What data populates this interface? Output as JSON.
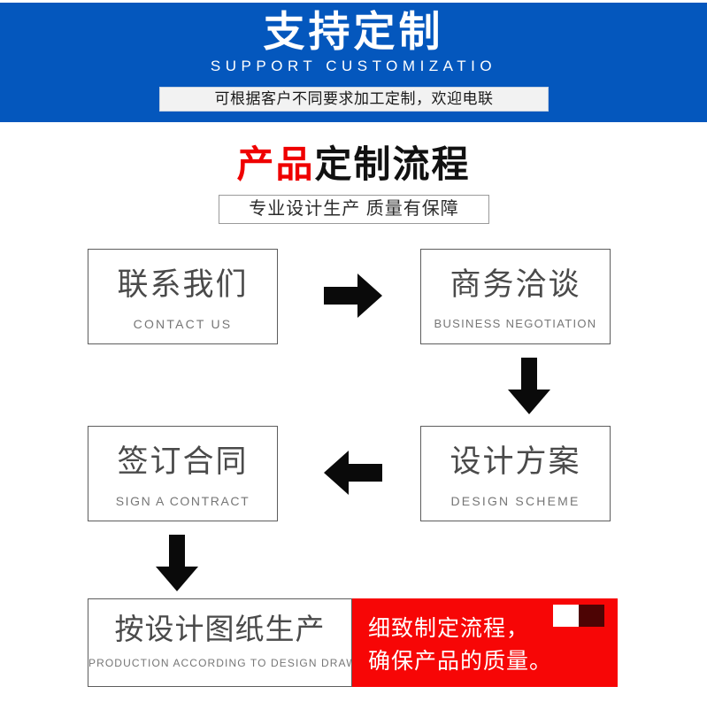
{
  "banner": {
    "title": "支持定制",
    "subtitle": "SUPPORT CUSTOMIZATIO",
    "tagline": "可根据客户不同要求加工定制，欢迎电联",
    "background_color": "#0457bd",
    "text_color": "#ffffff",
    "tagline_background": "#f2f2f2"
  },
  "section": {
    "title_accent": "产品",
    "title_plain": "定制流程",
    "accent_color": "#ef0000",
    "subtitle": "专业设计生产 质量有保障"
  },
  "flow": {
    "steps": [
      {
        "id": "contact",
        "cn": "联系我们",
        "en": "CONTACT US"
      },
      {
        "id": "negotiation",
        "cn": "商务洽谈",
        "en": "BUSINESS  NEGOTIATION"
      },
      {
        "id": "design",
        "cn": "设计方案",
        "en": "DESIGN  SCHEME"
      },
      {
        "id": "sign",
        "cn": "签订合同",
        "en": "SIGN A CONTRACT"
      },
      {
        "id": "production",
        "cn": "按设计图纸生产",
        "en": "PRODUCTION  ACCORDING  TO  DESIGN  DRAWINGS"
      }
    ],
    "arrows": [
      {
        "id": "arrow-right-1",
        "direction": "right"
      },
      {
        "id": "arrow-down-1",
        "direction": "down"
      },
      {
        "id": "arrow-left-1",
        "direction": "left"
      },
      {
        "id": "arrow-down-2",
        "direction": "down"
      }
    ],
    "box_border_color": "#5d5d5d",
    "box_text_color": "#4a4a4a"
  },
  "callout": {
    "line1": "细致制定流程，",
    "line2": "确保产品的质量。",
    "background_color": "#f70606",
    "text_color": "#ffffff",
    "square_light_color": "#ffffff",
    "square_dark_color": "#4d0404"
  }
}
